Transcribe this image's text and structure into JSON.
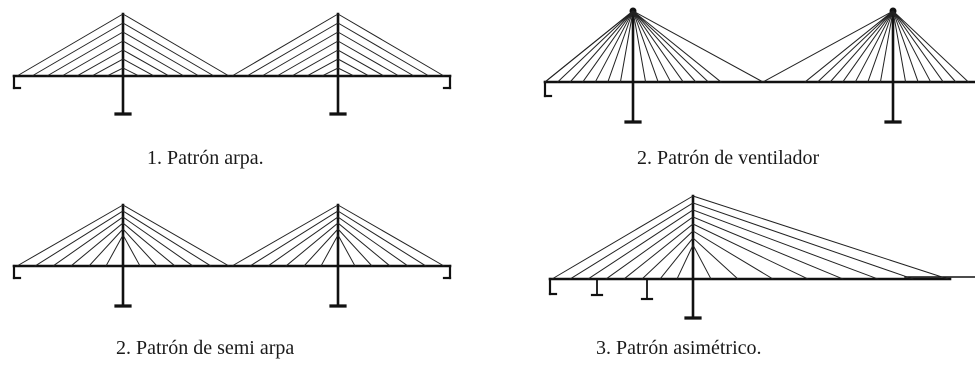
{
  "captions": {
    "harp": "1. Patrón arpa.",
    "fan": "2. Patrón de ventilador",
    "semi_harp": "2. Patrón de semi arpa",
    "asymmetric": "3. Patrón asimétrico."
  },
  "colors": {
    "stroke": "#111111",
    "cable": "#222222",
    "background": "#ffffff"
  }
}
